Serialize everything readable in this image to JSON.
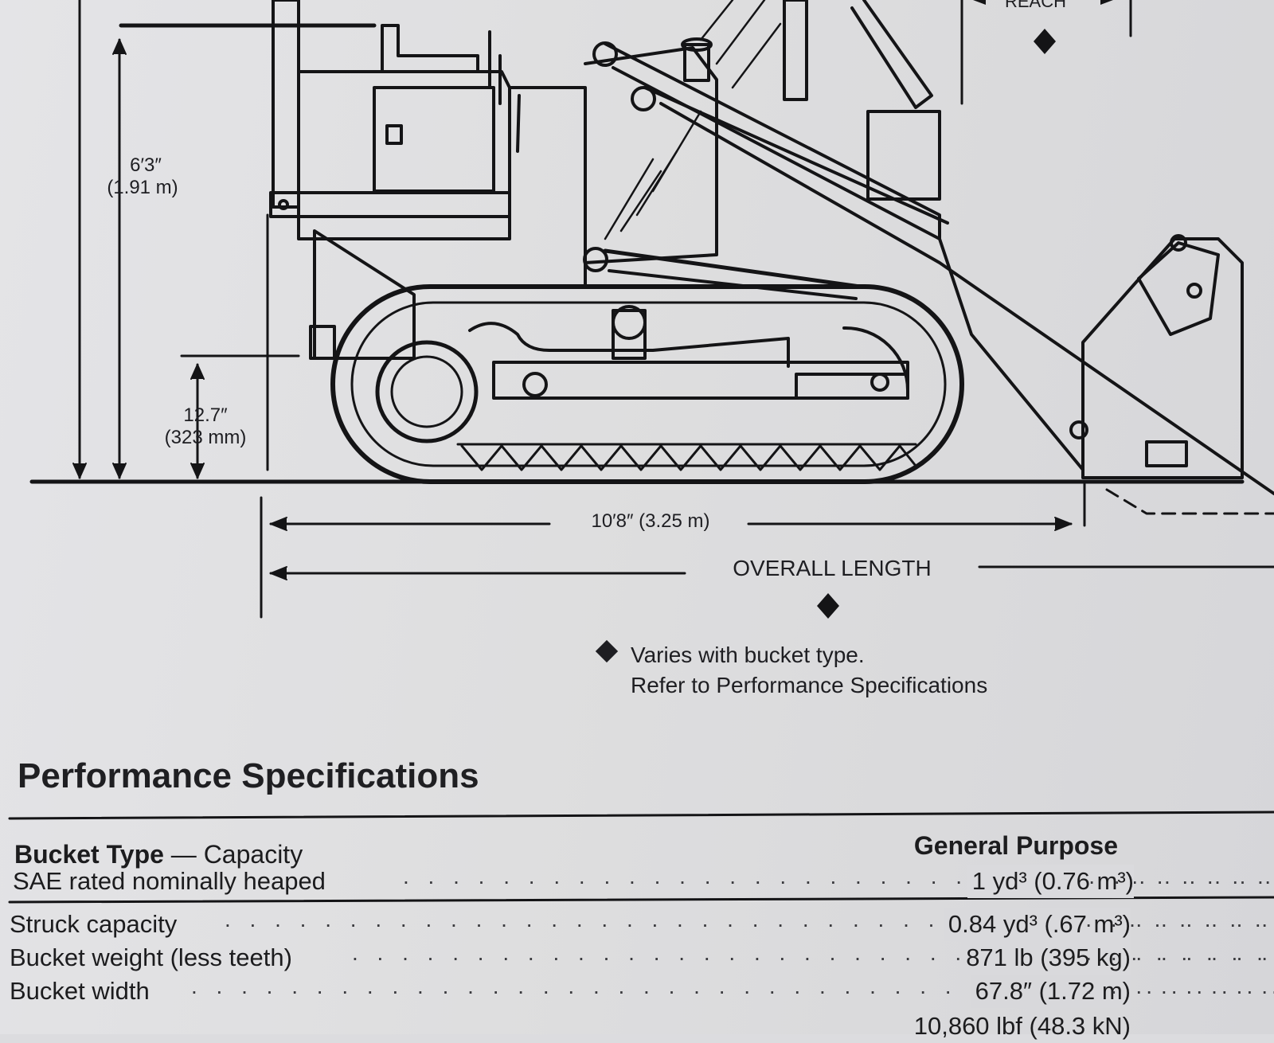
{
  "diagram": {
    "height_cab": "6′3″",
    "height_cab_metric": "(1.91 m)",
    "ground_clearance": "12.7″",
    "ground_clearance_metric": "(323 mm)",
    "track_length": "10′8″ (3.25 m)",
    "overall_length_label": "OVERALL LENGTH",
    "reach_label": "REACH"
  },
  "note": {
    "line1": "Varies with bucket type.",
    "line2": "Refer to Performance Specifications"
  },
  "specifications": {
    "title": "Performance Specifications",
    "header": {
      "left_bold": "Bucket Type",
      "left_rest": " — Capacity",
      "column": "General Purpose"
    },
    "rows": [
      {
        "label": "SAE rated nominally heaped",
        "value": "1 yd³ (0.76 m³)"
      },
      {
        "label": "Struck capacity",
        "value": "0.84 yd³ (.67 m³)"
      },
      {
        "label": "Bucket weight (less teeth)",
        "value": "871 lb (395 kg)"
      },
      {
        "label": "Bucket width",
        "value": "67.8″ (1.72 m)"
      },
      {
        "label": "",
        "value": "10,860 lbf (48.3 kN)"
      }
    ]
  }
}
